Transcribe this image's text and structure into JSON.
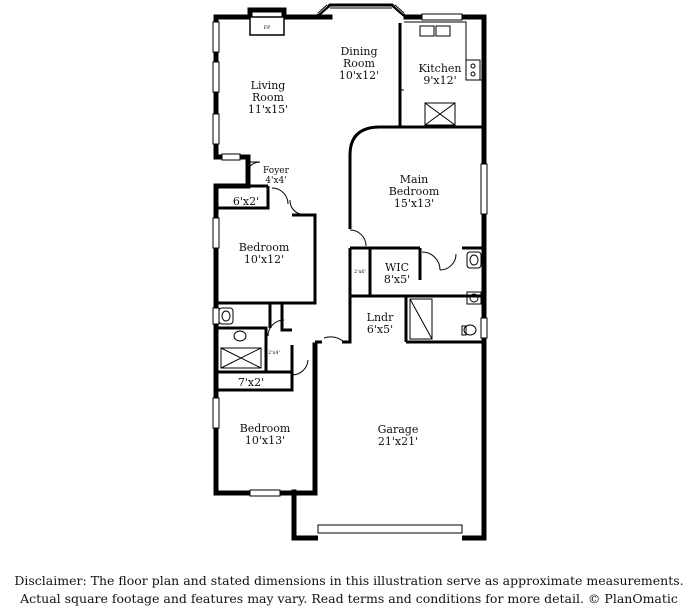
{
  "rooms": {
    "fireplace": "FP",
    "living": {
      "name1": "Living",
      "name2": "Room",
      "dim": "11'x15'"
    },
    "dining": {
      "name1": "Dining",
      "name2": "Room",
      "dim": "10'x12'"
    },
    "kitchen": {
      "name": "Kitchen",
      "dim": "9'x12'"
    },
    "foyer": {
      "name": "Foyer",
      "dim": "4'x4'"
    },
    "main_bedroom": {
      "name1": "Main",
      "name2": "Bedroom",
      "dim": "15'x13'"
    },
    "closet_a": "6'x2'",
    "bedroom_1": {
      "name": "Bedroom",
      "dim": "10'x12'"
    },
    "closet_b": "2'x6'",
    "wic": {
      "name": "WIC",
      "dim": "8'x5'"
    },
    "laundry": {
      "name": "Lndr",
      "dim": "6'x5'"
    },
    "closet_c": "2'x4'",
    "closet_d": "7'x2'",
    "bedroom_2": {
      "name": "Bedroom",
      "dim": "10'x13'"
    },
    "garage": {
      "name": "Garage",
      "dim": "21'x21'"
    }
  },
  "disclaimer": {
    "line1": "Disclaimer: The floor plan and stated dimensions in this illustration serve as approximate measurements.",
    "line2": "Actual square footage and features may vary. Read terms and conditions for more detail. © PlanOmatic"
  }
}
